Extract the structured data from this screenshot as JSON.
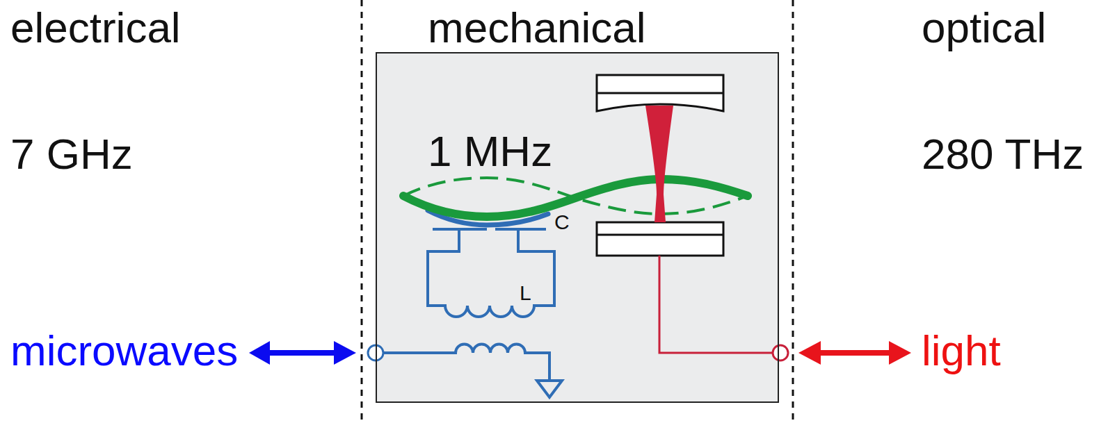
{
  "diagram": {
    "nodes": [
      {
        "text": [
          "1 MHz"
        ]
      }
    ],
    "labels": [
      "electrical",
      "mechanical",
      "optical",
      "7 GHz",
      "280 THz",
      "C",
      "L",
      "microwaves",
      "light"
    ]
  }
}
